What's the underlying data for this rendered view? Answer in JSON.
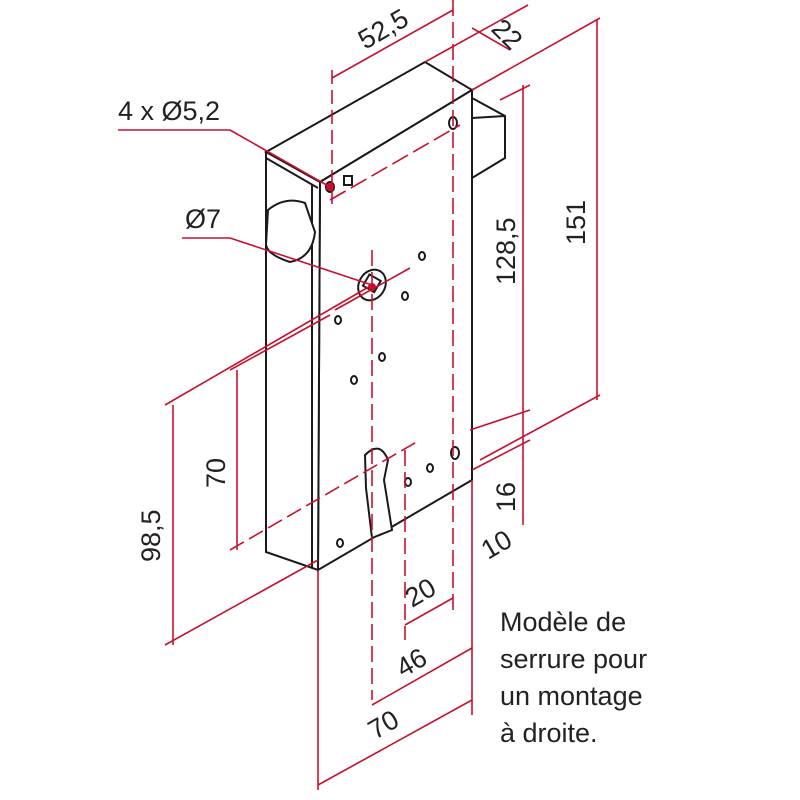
{
  "colors": {
    "dimension_lines": "#c8102e",
    "outline": "#1a1a1a"
  },
  "dimensions": {
    "width_top": "52,5",
    "depth": "22",
    "holes": "4 x Ø5,2",
    "spindle": "Ø7",
    "height_inner": "128,5",
    "height_total": "151",
    "hole_spacing_vertical": "70",
    "axis_height": "98,5",
    "bottom_offset": "16",
    "bottom_offset_side": "10",
    "cylinder_offset": "20",
    "backset": "46",
    "width_bottom": "70"
  },
  "note": {
    "lines": [
      "Modèle de",
      "serrure pour",
      "un montage",
      "à droite."
    ]
  }
}
